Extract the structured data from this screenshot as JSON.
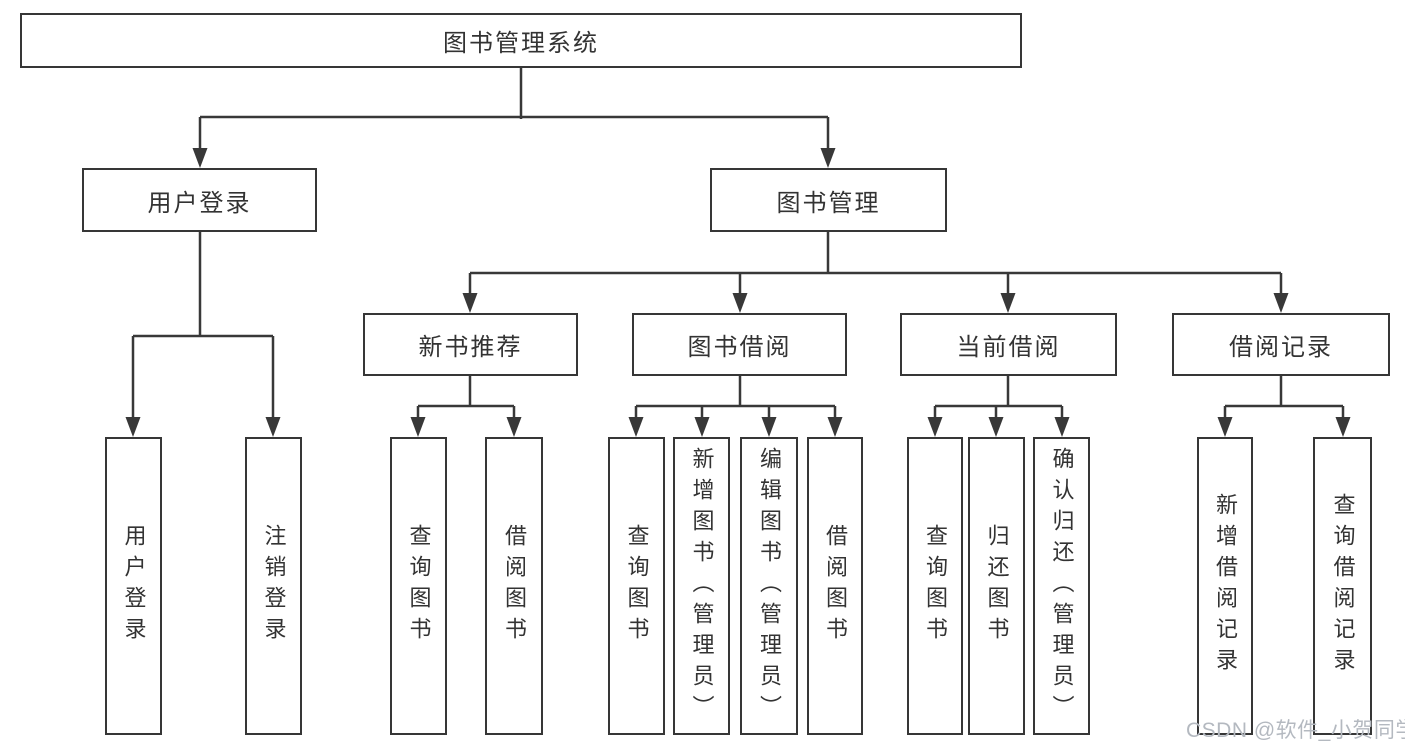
{
  "diagram": {
    "title": "图书管理系统",
    "nodes": {
      "root": "图书管理系统",
      "user_login": "用户登录",
      "book_management": "图书管理",
      "new_book_recommend": "新书推荐",
      "book_borrow": "图书借阅",
      "current_borrow": "当前借阅",
      "borrow_records": "借阅记录",
      "leaf_user_login": "用户登录",
      "leaf_logout": "注销登录",
      "leaf_query_book_1": "查询图书",
      "leaf_borrow_book_1": "借阅图书",
      "leaf_query_book_2": "查询图书",
      "leaf_add_book_admin": "新增图书（管理员）",
      "leaf_edit_book_admin": "编辑图书（管理员）",
      "leaf_borrow_book_2": "借阅图书",
      "leaf_query_book_3": "查询图书",
      "leaf_return_book": "归还图书",
      "leaf_confirm_return_admin": "确认归还（管理员）",
      "leaf_add_borrow_record": "新增借阅记录",
      "leaf_query_borrow_record": "查询借阅记录"
    },
    "line_color": "#383838",
    "text_color": "#333333"
  },
  "watermark": {
    "text": "CSDN @软件_小贺同学"
  }
}
